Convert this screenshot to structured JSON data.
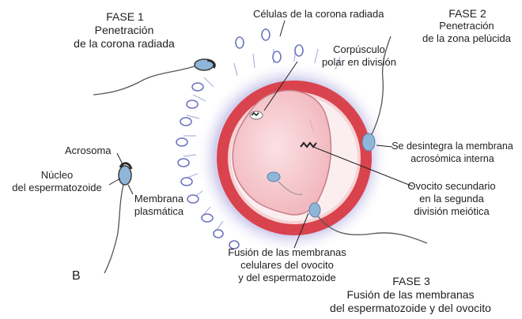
{
  "labels": {
    "fase1_title": "FASE 1",
    "fase1_desc": "Penetración\nde la corona radiada",
    "corona": "Células de la corona radiada",
    "fase2_title": "FASE 2",
    "fase2_desc": "Penetración\nde la zona pelúcida",
    "corpusculo": "Corpúsculo\npolar en división",
    "membrana_acro": "Se desintegra la membrana\nacrosómica interna",
    "ovocito": "Ovocito secundario\nen la segunda\ndivisión meiótica",
    "acrosoma": "Acrosoma",
    "nucleo": "Núcleo\ndel espermatozoide",
    "membrana_plas": "Membrana\nplasmática",
    "fusion": "Fusión de las membranas\ncelulares del ovocito\ny del espermatozoide",
    "panel": "B",
    "fase3_title": "FASE 3",
    "fase3_desc": "Fusión de las membranas\ndel espermatozoide y del ovocito"
  },
  "colors": {
    "zona_pelucida": "#d9434d",
    "zona_rim": "#f6d3d6",
    "ovocito": "#f4c3c8",
    "corona_cells": "#7a80c4",
    "nucleus": "#8fb6d8",
    "acrosome": "#2b2b2b"
  }
}
